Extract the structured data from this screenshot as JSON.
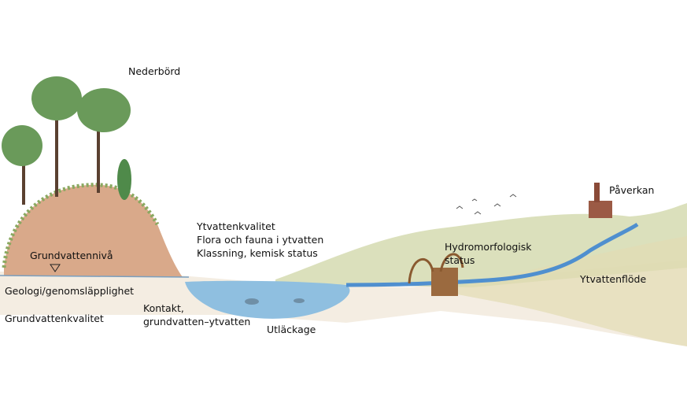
{
  "labels": {
    "precipitation": "Nederbörd",
    "groundwater_level": "Grundvattennivå",
    "geology": "Geologi/genomsläpplighet",
    "groundwater_quality": "Grundvattenkvalitet",
    "contact_line1": "Kontakt,",
    "contact_line2": "grundvatten–ytvatten",
    "leakage": "Utläckage",
    "surface_quality_line1": "Ytvattenkvalitet",
    "surface_quality_line2": "Flora och fauna i ytvatten",
    "surface_quality_line3": "Klassning, kemisk status",
    "hydromorph_line1": "Hydromorfologisk",
    "hydromorph_line2": "status",
    "impact": "Påverkan",
    "surface_flow": "Ytvattenflöde"
  },
  "colors": {
    "soil": "#d9a98a",
    "water": "#8fbfe0",
    "grass": "#b9c98a",
    "tree": "#6a9a5a"
  }
}
